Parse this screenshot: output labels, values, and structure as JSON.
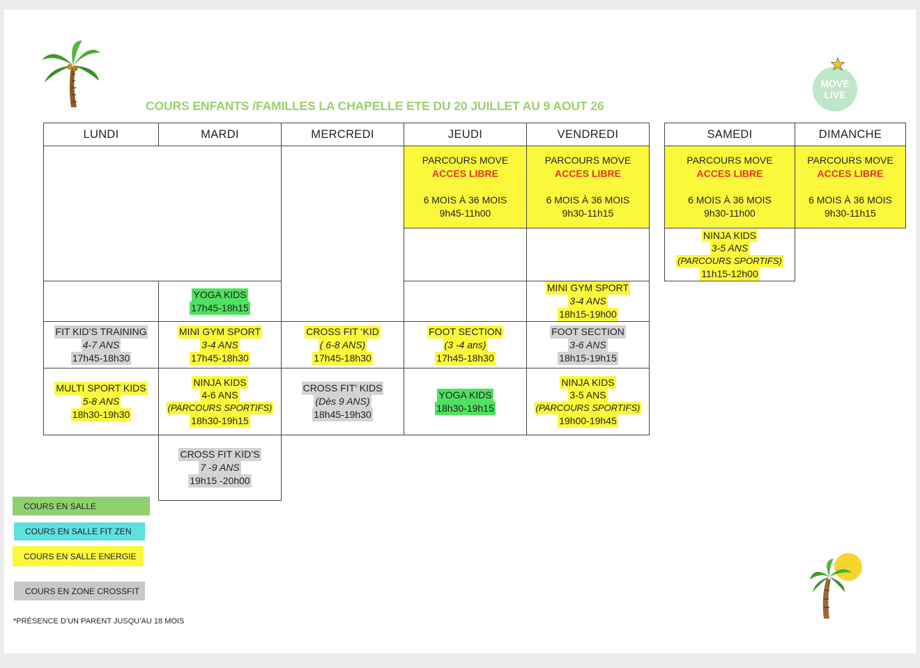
{
  "title": "COURS ENFANTS /FAMILLES LA CHAPELLE ETE DU 20 JUILLET AU 9 AOUT 26",
  "logo": {
    "line1": "MOVE",
    "line2": "LIVE"
  },
  "days": [
    "LUNDI",
    "MARDI",
    "MERCREDI",
    "JEUDI",
    "VENDREDI",
    "SAMEDI",
    "DIMANCHE"
  ],
  "parcours": {
    "jeudi": {
      "name": "PARCOURS MOVE",
      "access": "ACCES LIBRE",
      "age": "6 MOIS À 36 MOIS",
      "time": "9h45-11h00"
    },
    "vendredi": {
      "name": "PARCOURS MOVE",
      "access": "ACCES LIBRE",
      "age": "6 MOIS À 36 MOIS",
      "time": "9h30-11h15"
    },
    "samedi": {
      "name": "PARCOURS MOVE",
      "access": "ACCES LIBRE",
      "age": "6 MOIS À 36 MOIS",
      "time": "9h30-11h00"
    },
    "dimanche": {
      "name": "PARCOURS MOVE",
      "access": "ACCES LIBRE",
      "age": "6 MOIS À 36 MOIS",
      "time": "9h30-11h15"
    }
  },
  "samedi_ninja": {
    "name": "NINJA KIDS",
    "age": "3-5 ANS",
    "note": "(PARCOURS SPORTIFS)",
    "time": "11h15-12h00"
  },
  "mardi_yoga": {
    "name": "YOGA KIDS",
    "time": "17h45-18h15"
  },
  "vendredi_minigym": {
    "name": "MINI GYM SPORT",
    "age": "3-4 ANS",
    "time": "18h15-19h00"
  },
  "row1": {
    "lundi": {
      "name": "FIT KID’S TRAINING",
      "age": "4-7 ANS",
      "time": "17h45-18h30"
    },
    "mardi": {
      "name": "MINI GYM SPORT",
      "age": "3-4 ANS",
      "time": "17h45-18h30"
    },
    "mercredi": {
      "name": "CROSS FIT ‘KID",
      "age": "( 6-8 ANS)",
      "time": "17h45-18h30"
    },
    "jeudi": {
      "name": "FOOT SECTION",
      "age": "(3 -4 ans)",
      "time": "17h45-18h30"
    },
    "vendredi": {
      "name": "FOOT SECTION",
      "age": "3-6 ANS",
      "time": "18h15-19h15"
    }
  },
  "row2": {
    "lundi": {
      "name": "MULTI SPORT KIDS",
      "age": "5-8 ANS",
      "time": "18h30-19h30"
    },
    "mardi": {
      "name": "NINJA KIDS",
      "age": "4-6 ANS",
      "note": "(PARCOURS SPORTIFS)",
      "time": "18h30-19h15"
    },
    "mercredi": {
      "name": "CROSS FIT’ KIDS",
      "age": "(Dès 9 ANS)",
      "time": "18h45-19h30"
    },
    "jeudi": {
      "name": "YOGA KIDS",
      "time": "18h30-19h15"
    },
    "vendredi": {
      "name": "NINJA KIDS",
      "age": "3-5 ANS",
      "note": "(PARCOURS SPORTIFS)",
      "time": "19h00-19h45"
    }
  },
  "mardi_crossfit": {
    "name": "CROSS FIT KID’S",
    "age": "7 -9 ANS",
    "time": "19h15 -20h00"
  },
  "legend": [
    {
      "label": "COURS EN SALLE",
      "color": "#8fd16f"
    },
    {
      "label": "COURS  EN SALLE FIT ZEN",
      "color": "#5fe0de"
    },
    {
      "label": "COURS EN SALLE ENERGIE",
      "color": "#fbf83c"
    },
    {
      "label": "COURS EN ZONE CROSSFIT",
      "color": "#c8c8c8"
    }
  ],
  "footnote": "*PRÉSENCE D’UN PARENT JUSQU’AU 18  MOIS",
  "colors": {
    "title": "#9ccf6c",
    "yellow": "#fbf83c",
    "green": "#4fe160",
    "grey": "#d3d3d3",
    "red": "#e5322a"
  }
}
